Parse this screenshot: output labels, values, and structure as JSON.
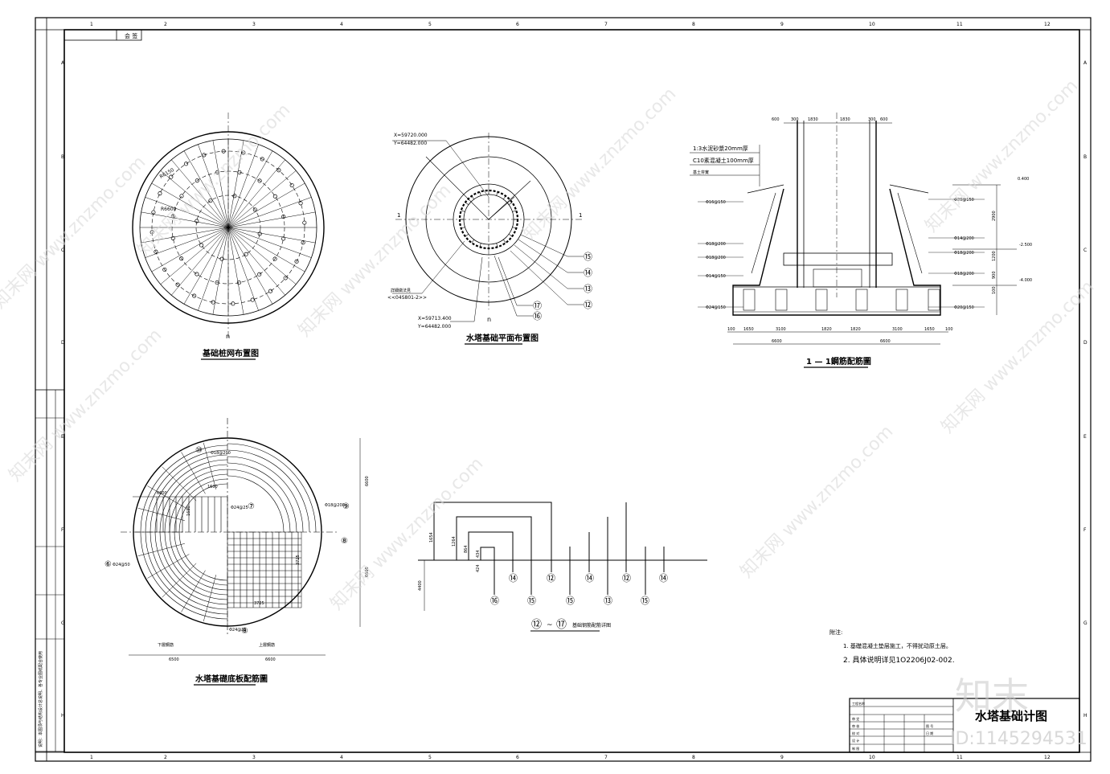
{
  "frame": {
    "columns": [
      "1",
      "2",
      "3",
      "4",
      "5",
      "6",
      "7",
      "8",
      "9",
      "10",
      "11",
      "12"
    ],
    "rows": [
      "A",
      "B",
      "C",
      "D",
      "E",
      "F",
      "G",
      "H"
    ]
  },
  "title_tab": "会 签",
  "views": {
    "pile_layout": {
      "title": "基础桩网布置图",
      "r1": "R6600",
      "r2": "R6150",
      "marker": "n"
    },
    "plan_layout": {
      "title": "水塔基础平面布置图",
      "coord_top": [
        "X=59720.000",
        "Y=64482.000"
      ],
      "coord_bottom": [
        "X=59713.400",
        "Y=64482.000"
      ],
      "ref_note": [
        "詳細做法見",
        "<<04S801-2>>"
      ],
      "section_mark": "1",
      "callouts": [
        "⑮",
        "⑭",
        "⑬",
        "⑫",
        "⑰",
        "⑯"
      ],
      "marker": "n"
    },
    "section": {
      "title": "1 — 1鋼筋配筋圖",
      "top_dims": [
        "600",
        "300",
        "1830",
        "1830",
        "300",
        "600"
      ],
      "notes": [
        "1:3水泥砂漿20mm厚",
        "C10素混凝土100mm厚",
        "基土夯實"
      ],
      "elevations": [
        "0.400",
        "-2.500",
        "-4.000"
      ],
      "right_dims": [
        "2900",
        "1200",
        "900",
        "100"
      ],
      "rebar_left": [
        "Φ16@150",
        "Φ18@200",
        "Φ18@200",
        "Φ14@150",
        "Φ24@150"
      ],
      "rebar_right": [
        "Φ20@150",
        "Φ14@200",
        "Φ18@200",
        "Φ18@200",
        "Φ20@150"
      ],
      "bottom_dims": [
        "100",
        "1650",
        "3100",
        "1820",
        "1820",
        "3100",
        "1650",
        "100"
      ],
      "total_dims": [
        "6600",
        "6600"
      ]
    },
    "base_rebar": {
      "title": "水塔基礎底板配筋圖",
      "labels": [
        "Φ18@200",
        "Φ24@25",
        "Φ18@200",
        "Φ24@50",
        "Φ24@25"
      ],
      "dims": [
        "6600",
        "1600",
        "1600",
        "3725",
        "3725",
        "6600",
        "6600"
      ],
      "sub_labels": [
        "下層鋼筋",
        "上層鋼筋"
      ],
      "bottom_dims": [
        "6500",
        "6600"
      ]
    },
    "rebar_detail": {
      "title": "基础钢筋配筋详图",
      "range": [
        "⑫",
        "⑰"
      ],
      "dims": [
        "1654",
        "1264",
        "864",
        "434",
        "424",
        "4400"
      ],
      "callouts_row1": [
        "⑭",
        "⑫",
        "⑭",
        "⑫",
        "⑭"
      ],
      "callouts_row2": [
        "⑯",
        "⑮",
        "⑮",
        "⑬",
        "⑮"
      ]
    }
  },
  "notes": {
    "heading": "附注:",
    "items": [
      "1.  基礎混凝土垫层施工，不得扰动原土层。",
      "2.  具体说明详见1O2206J02-002."
    ]
  },
  "title_block": {
    "title": "水塔基础计图",
    "cells": [
      "工程名称",
      "审 定",
      "审 核",
      "校 对",
      "设 计",
      "制 图",
      "图 号",
      "日 期"
    ]
  },
  "left_strip_text": "说明：本图须与结构设计总说明、各专业图纸配合使用",
  "watermark": {
    "text": "www.znzmo.com",
    "brand": "知末",
    "id": "ID:1145294531",
    "logo": "知末网"
  }
}
